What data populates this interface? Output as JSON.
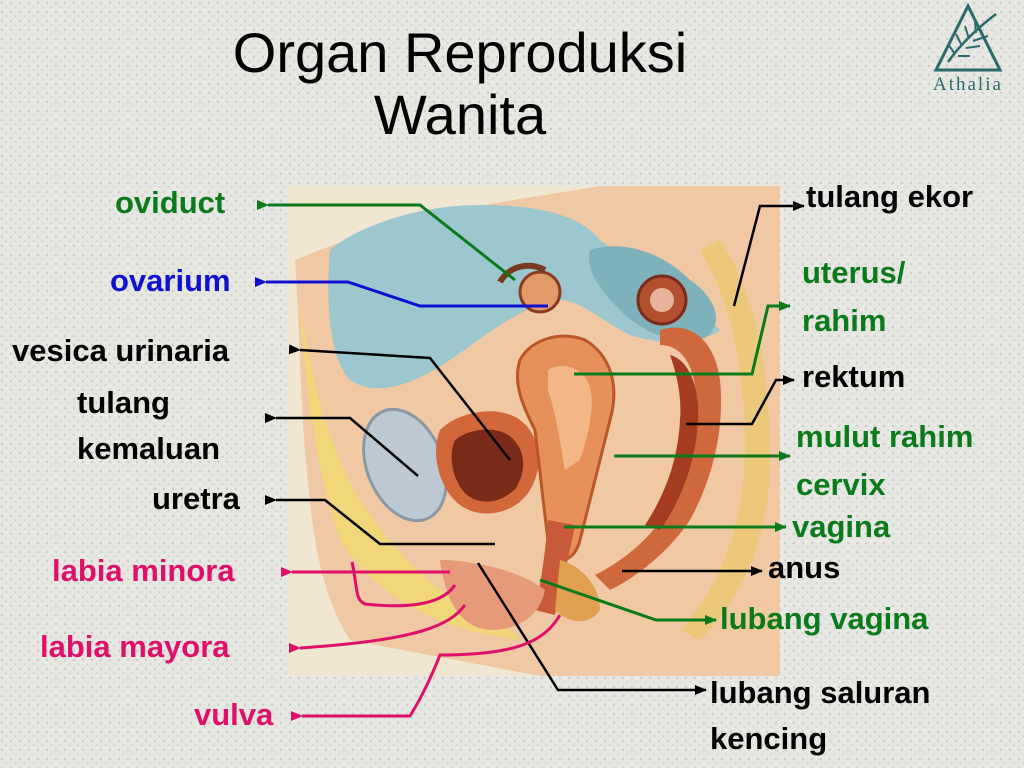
{
  "title": {
    "line1": "Organ Reproduksi",
    "line2": "Wanita"
  },
  "logo": {
    "text": "Athalia",
    "color": "#2a6a6a"
  },
  "colors": {
    "black": "#000000",
    "green": "#0a7a1a",
    "blue": "#1010d0",
    "pink": "#e0106a"
  },
  "labels": {
    "oviduct": "oviduct",
    "ovarium": "ovarium",
    "vesica_urinaria": "vesica urinaria",
    "tulang_kemaluan_1": "tulang",
    "tulang_kemaluan_2": "kemaluan",
    "uretra": "uretra",
    "labia_minora": "labia minora",
    "labia_mayora": "labia mayora",
    "vulva": "vulva",
    "tulang_ekor": "tulang ekor",
    "uterus_1": "uterus/",
    "uterus_2": "rahim",
    "rektum": "rektum",
    "mulut_rahim": "mulut rahim",
    "cervix": "cervix",
    "vagina": "vagina",
    "anus": "anus",
    "lubang_vagina": "lubang vagina",
    "lubang_saluran_1": "lubang saluran",
    "lubang_saluran_2": "kencing"
  }
}
